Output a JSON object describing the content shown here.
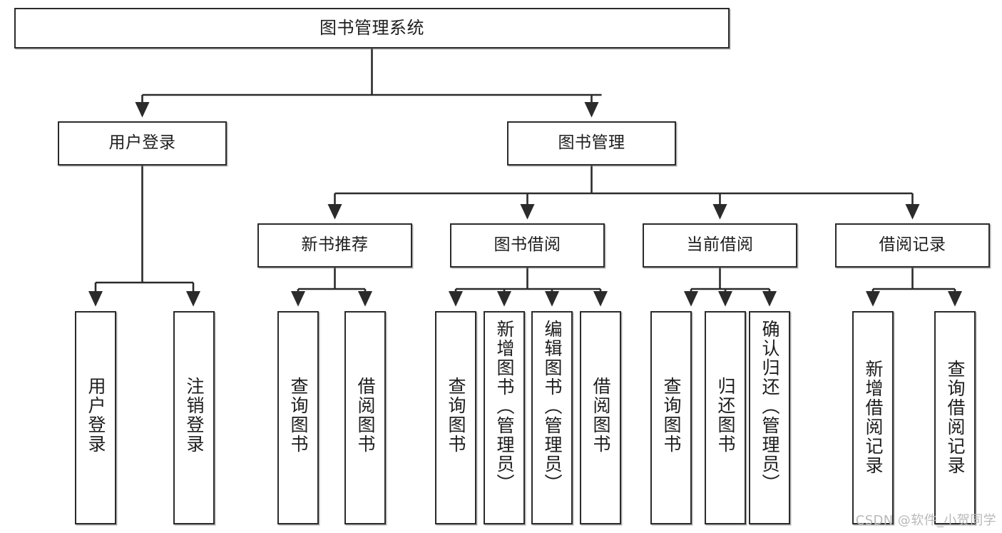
{
  "diagram": {
    "type": "tree-hierarchy",
    "title": "图书管理系统",
    "watermark": "CSDN @软件_小贺同学",
    "colors": {
      "box_border": "#2b2b2b",
      "box_fill": "#ffffff",
      "edge": "#2b2b2b",
      "text": "#1d1d1d",
      "watermark": "#b9b9b9"
    },
    "root": {
      "label": "图书管理系统"
    },
    "level2": [
      {
        "label": "用户登录"
      },
      {
        "label": "图书管理"
      }
    ],
    "level3": [
      {
        "label": "新书推荐"
      },
      {
        "label": "图书借阅"
      },
      {
        "label": "当前借阅"
      },
      {
        "label": "借阅记录"
      }
    ],
    "leaves": {
      "user_login": [
        {
          "label": "用户登录"
        },
        {
          "label": "注销登录"
        }
      ],
      "new_book_recommend": [
        {
          "label": "查询图书"
        },
        {
          "label": "借阅图书"
        }
      ],
      "book_borrow": [
        {
          "label": "查询图书"
        },
        {
          "label": "新增图书（管理员）"
        },
        {
          "label": "编辑图书（管理员）"
        },
        {
          "label": "借阅图书"
        }
      ],
      "current_borrow": [
        {
          "label": "查询图书"
        },
        {
          "label": "归还图书"
        },
        {
          "label": "确认归还（管理员）"
        }
      ],
      "borrow_record": [
        {
          "label": "新增借阅记录"
        },
        {
          "label": "查询借阅记录"
        }
      ]
    }
  }
}
